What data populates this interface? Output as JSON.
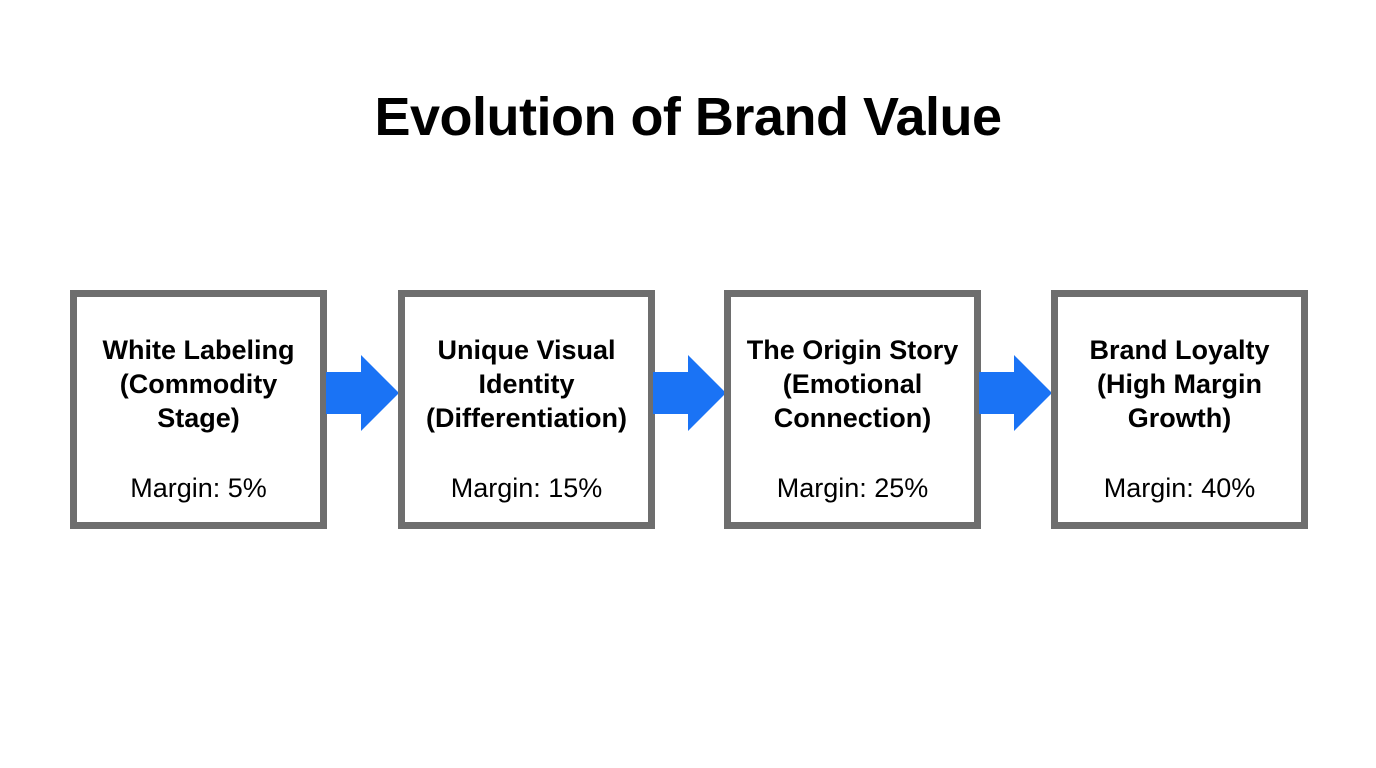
{
  "title": "Evolution of Brand Value",
  "colors": {
    "arrow": "#1a73f5",
    "box_border": "#6e6e6e"
  },
  "stages": [
    {
      "heading_lines": [
        "White Labeling",
        "(Commodity",
        "Stage)"
      ],
      "margin": "Margin: 5%"
    },
    {
      "heading_lines": [
        "Unique Visual",
        "Identity",
        "(Differentiation)"
      ],
      "margin": "Margin: 15%"
    },
    {
      "heading_lines": [
        "The Origin Story",
        "(Emotional",
        "Connection)"
      ],
      "margin": "Margin: 25%"
    },
    {
      "heading_lines": [
        "Brand Loyalty",
        "(High Margin",
        "Growth)"
      ],
      "margin": "Margin: 40%"
    }
  ],
  "arrows": [
    {
      "icon": "right-arrow-icon"
    },
    {
      "icon": "right-arrow-icon"
    },
    {
      "icon": "right-arrow-icon"
    }
  ]
}
